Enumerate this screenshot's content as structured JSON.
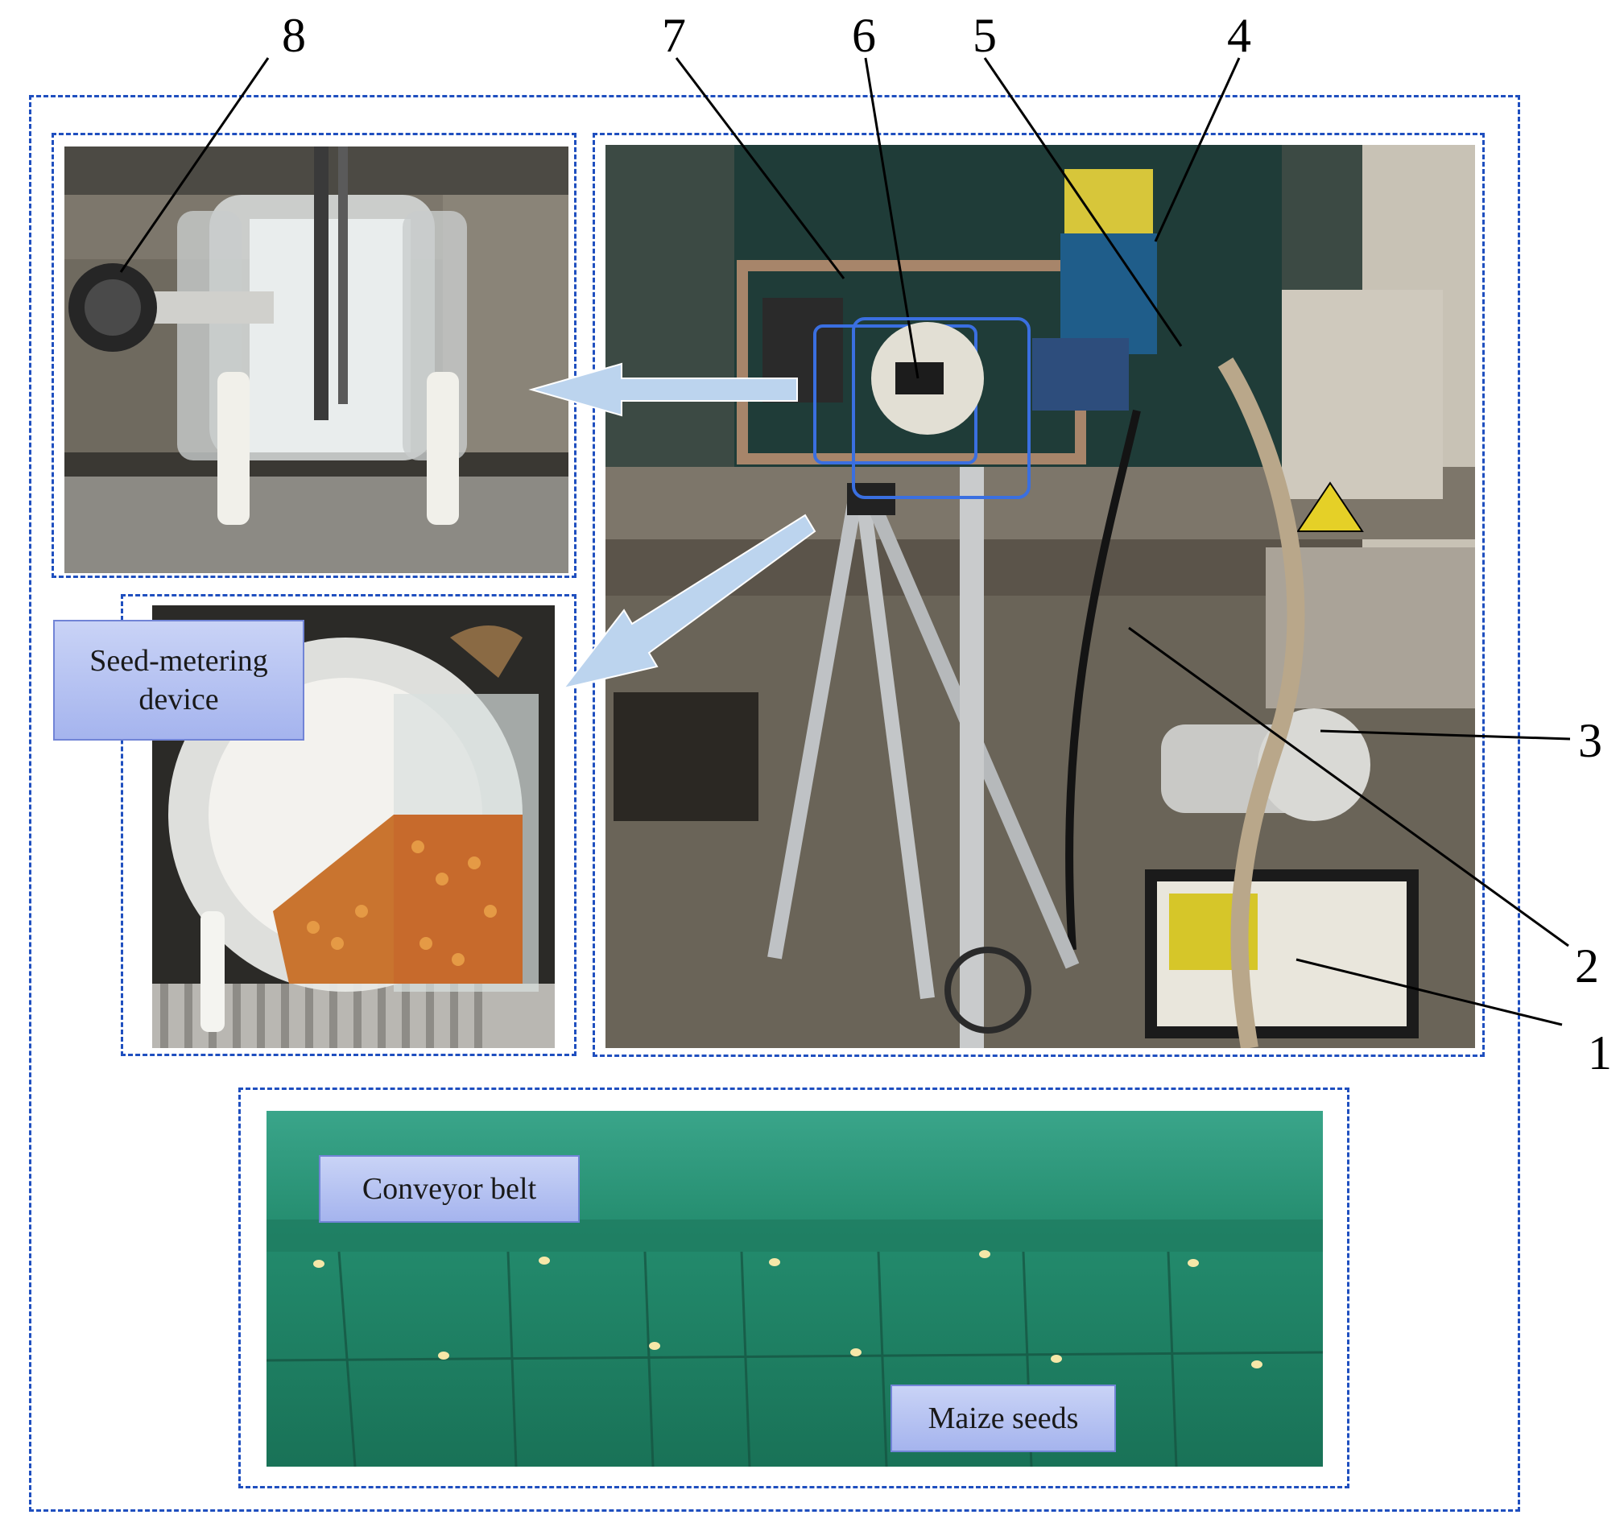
{
  "callouts": [
    "1",
    "2",
    "3",
    "4",
    "5",
    "6",
    "7",
    "8"
  ],
  "labels": {
    "seed_metering_device": "Seed-metering device",
    "conveyor_belt": "Conveyor belt",
    "maize_seeds": "Maize seeds"
  },
  "colors": {
    "dashed_border": "#1f4fbf",
    "arrow_fill": "#bcd4ee",
    "label_bg": "#b3c0f0",
    "highlight_box": "#3a6fe0"
  }
}
